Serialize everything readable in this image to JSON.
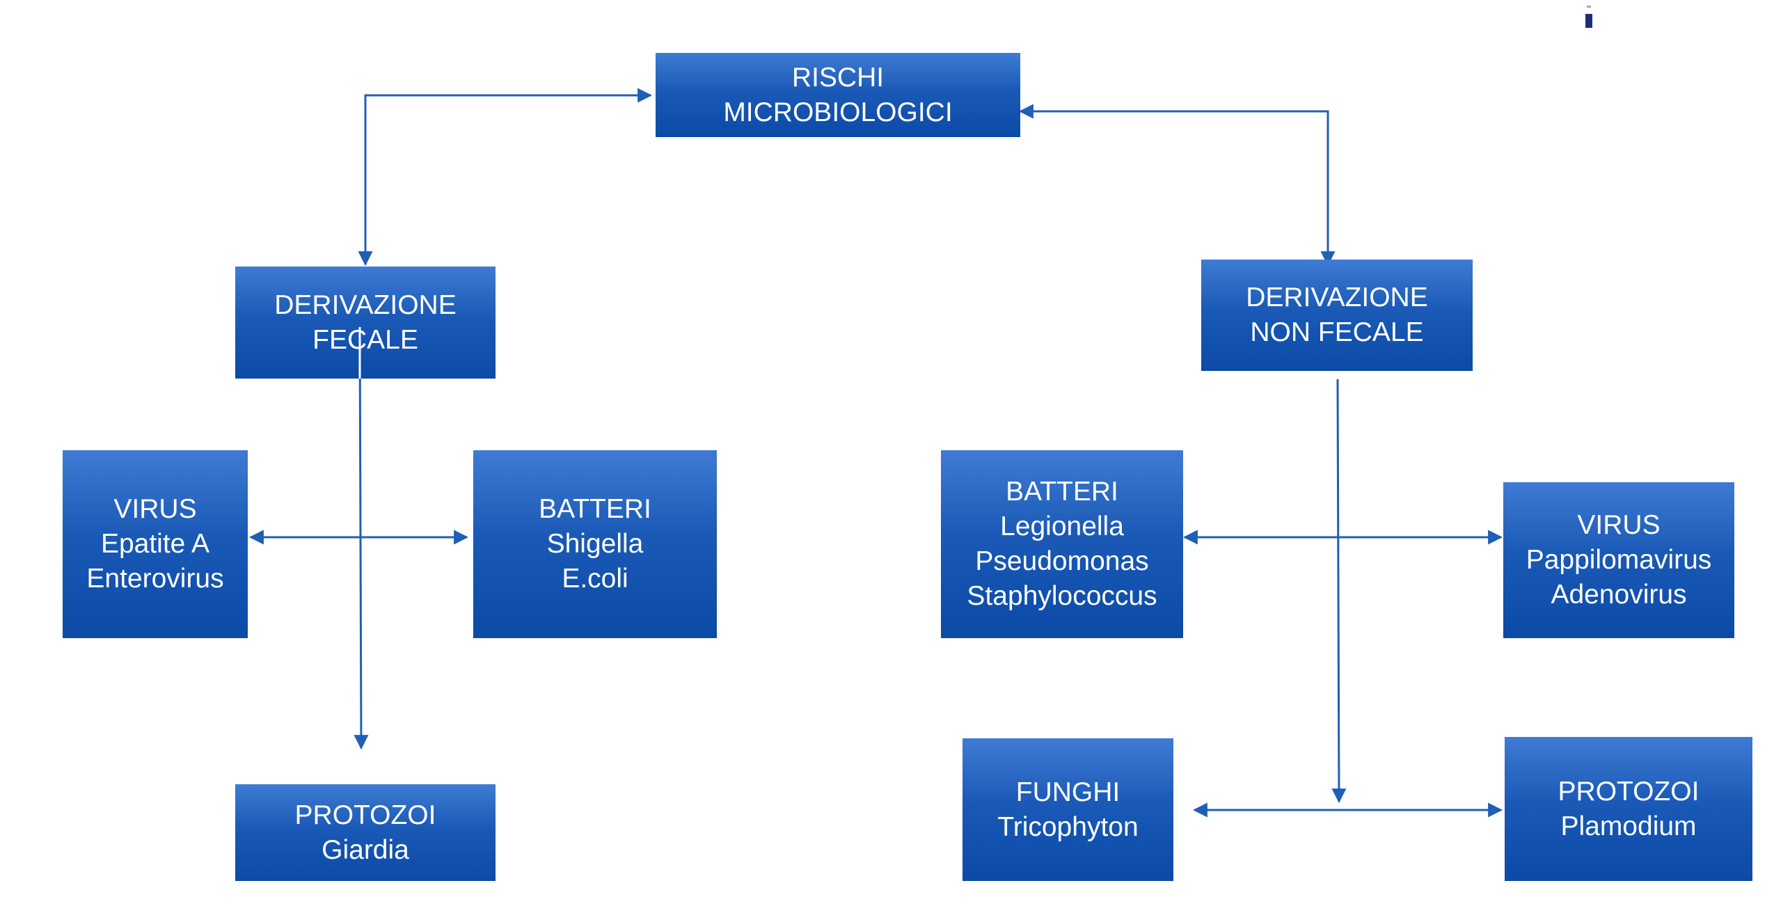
{
  "colors": {
    "box": "#0b4aa6",
    "box_top": "#3f7bd4",
    "connector": "#1f5fb5",
    "text": "#ffffff"
  },
  "nodes": {
    "root": {
      "lines": [
        "RISCHI",
        "MICROBIOLOGICI"
      ]
    },
    "fecal": {
      "lines": [
        "DERIVAZIONE",
        "FECALE"
      ]
    },
    "nonfecal": {
      "lines": [
        "DERIVAZIONE",
        "NON FECALE"
      ]
    },
    "fecal_virus": {
      "lines": [
        "VIRUS",
        "Epatite A",
        "Enterovirus"
      ]
    },
    "fecal_batteri": {
      "lines": [
        "BATTERI",
        "Shigella",
        "E.coli"
      ]
    },
    "fecal_protozoi": {
      "lines": [
        "PROTOZOI",
        "Giardia"
      ]
    },
    "nonfecal_batteri": {
      "lines": [
        "BATTERI",
        "Legionella",
        "Pseudomonas",
        "Staphylococcus"
      ]
    },
    "nonfecal_virus": {
      "lines": [
        "VIRUS",
        "Pappilomavirus",
        "Adenovirus"
      ]
    },
    "nonfecal_funghi": {
      "lines": [
        "FUNGHI",
        "Tricophyton"
      ]
    },
    "nonfecal_protozoi": {
      "lines": [
        "PROTOZOI",
        "Plamodium"
      ]
    }
  }
}
